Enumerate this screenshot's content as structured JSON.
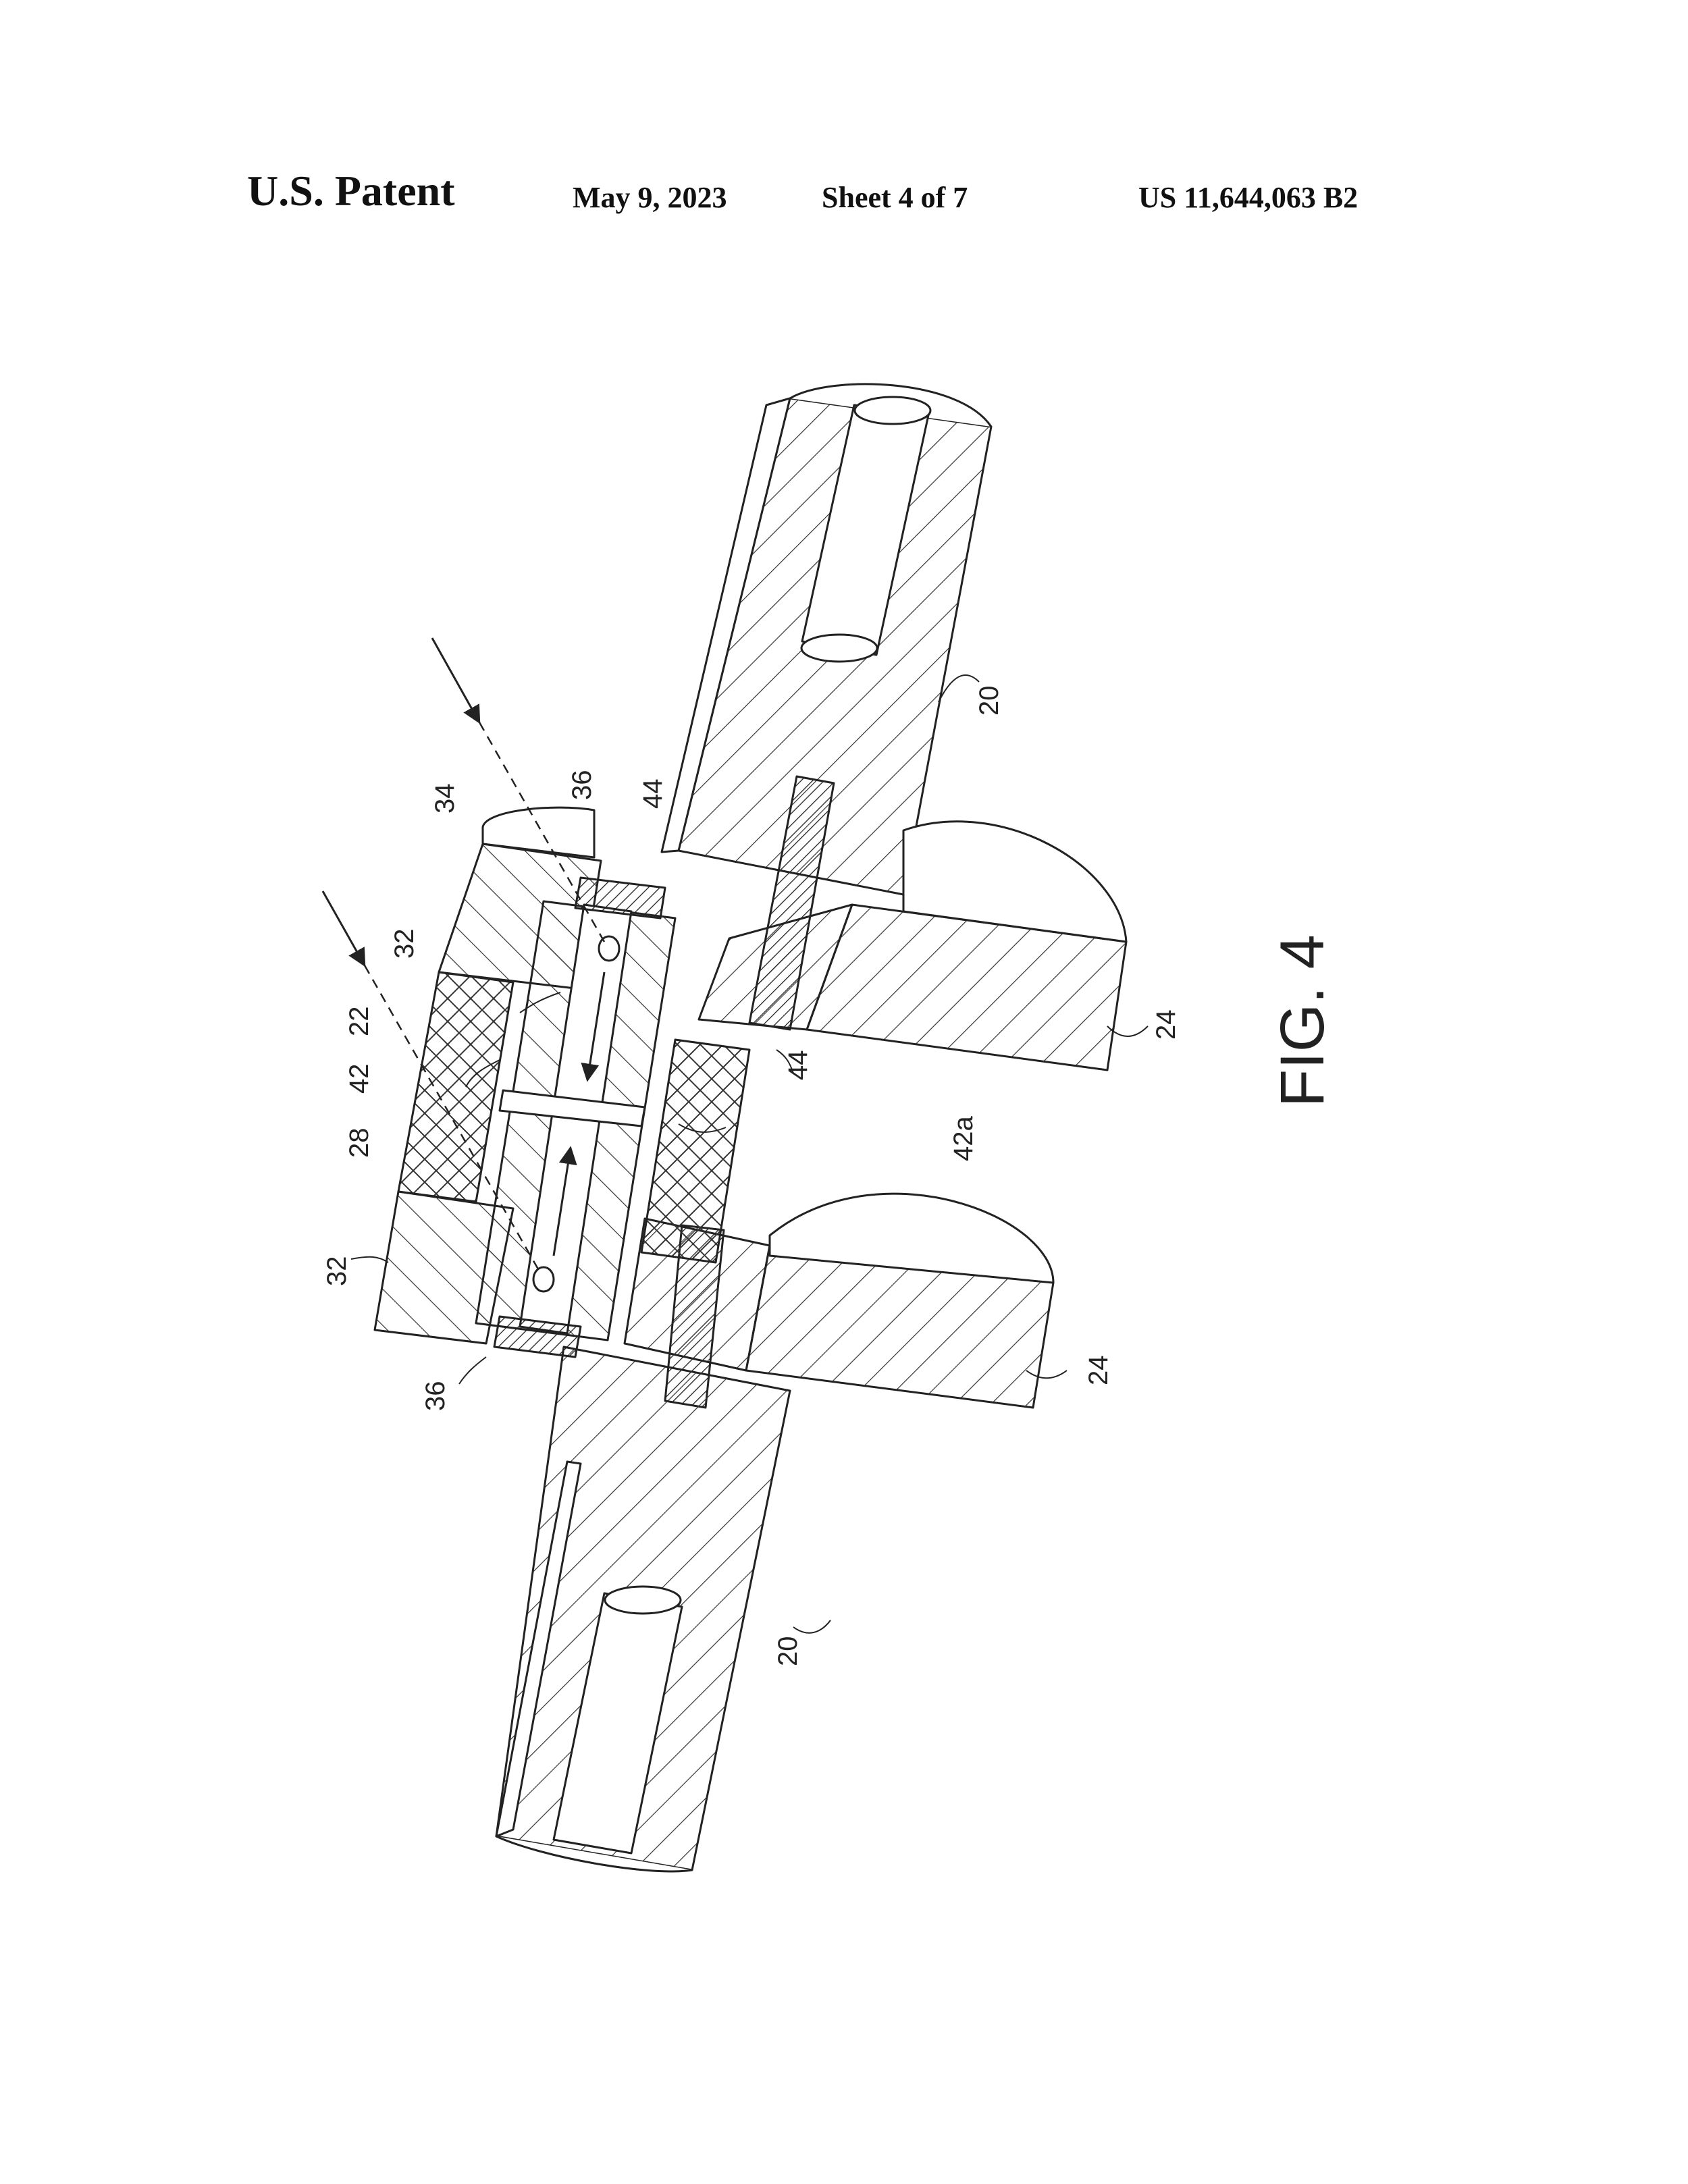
{
  "header": {
    "brand": "U.S. Patent",
    "date": "May 9, 2023",
    "sheet": "Sheet 4 of 7",
    "patent_number": "US 11,644,063 B2"
  },
  "figure": {
    "label": "FIG. 4",
    "reference_numerals": {
      "shaft_upper": "20",
      "shaft_lower": "20",
      "flange_upper": "24",
      "flange_lower": "24",
      "bore": "22",
      "hub": "28",
      "collar_upper": "32",
      "collar_lower": "32",
      "inlet": "34",
      "port_upper": "36",
      "port_lower": "36",
      "orifice": "42",
      "orifice_outlet": "42a",
      "seal_upper": "44",
      "seal_lower": "44"
    }
  }
}
